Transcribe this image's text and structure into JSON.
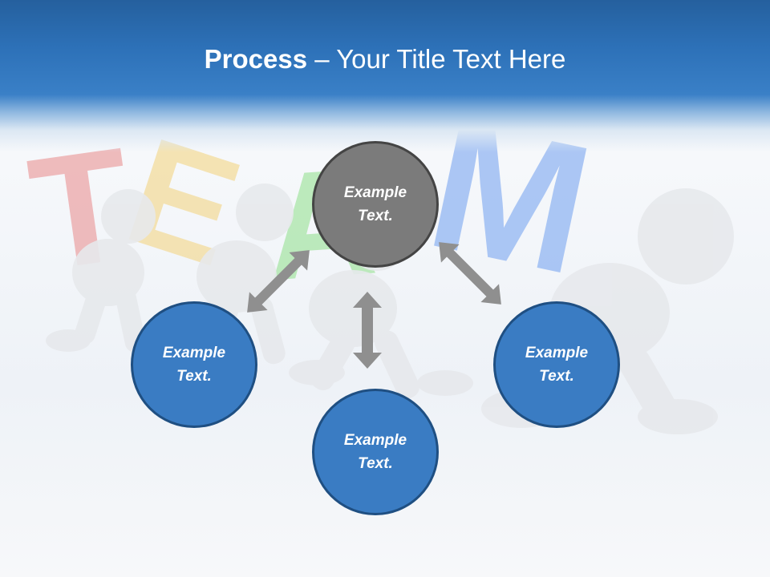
{
  "title": {
    "bold": "Process",
    "separator": " – ",
    "rest": "Your Title Text Here"
  },
  "nodes": {
    "top": "Example Text.",
    "left": "Example Text.",
    "right": "Example Text.",
    "bottom": "Example Text."
  },
  "colors": {
    "header": "#2d71b8",
    "node_blue": "#3a7cc3",
    "node_blue_border": "#1f4f82",
    "node_center": "#7b7b7b",
    "arrow": "#8f8f8f"
  },
  "background_letters": [
    "T",
    "E",
    "A",
    "M"
  ]
}
